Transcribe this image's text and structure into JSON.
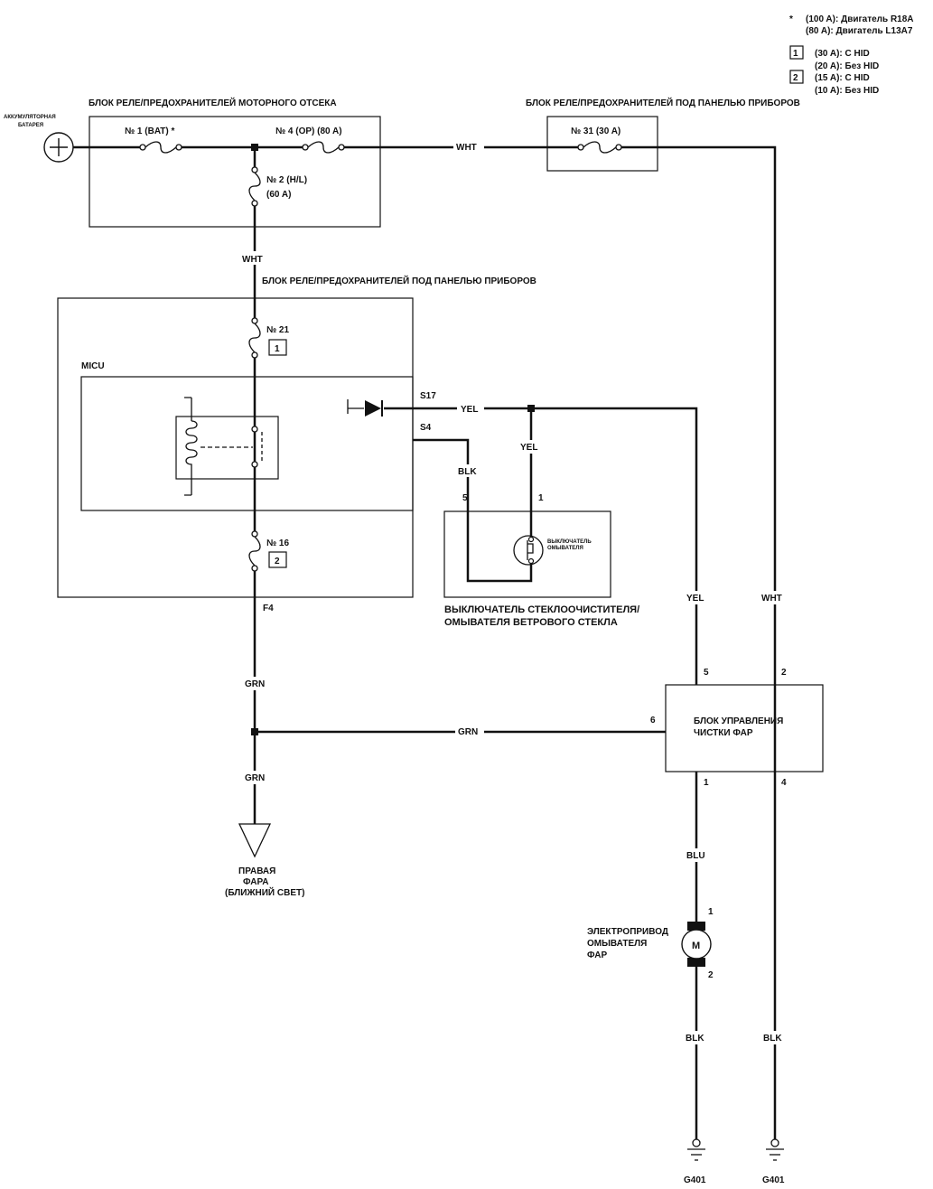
{
  "notes": {
    "star": "*",
    "star_line1": "(100 A): Двигатель R18A",
    "star_line2": "(80 A): Двигатель L13A7",
    "n1_tag": "1",
    "n1_line1": "(30 A): С HID",
    "n1_line2": "(20 A): Без HID",
    "n2_tag": "2",
    "n2_line1": "(15 A): С HID",
    "n2_line2": "(10 A): Без HID"
  },
  "engine_box": {
    "title": "БЛОК РЕЛЕ/ПРЕДОХРАНИТЕЛЕЙ МОТОРНОГО ОТСЕКА",
    "fuse1": "№ 1 (BAT) *",
    "fuse4": "№ 4 (OP) (80 A)",
    "fuse2_a": "№ 2 (H/L)",
    "fuse2_b": "(60 A)"
  },
  "battery": {
    "line1": "АККУМУЛЯТОРНАЯ",
    "line2": "БАТАРЕЯ"
  },
  "dash_box_top": {
    "title": "БЛОК РЕЛЕ/ПРЕДОХРАНИТЕЛЕЙ ПОД ПАНЕЛЬЮ ПРИБОРОВ",
    "fuse31": "№ 31 (30 A)"
  },
  "dash_box_main": {
    "title": "БЛОК РЕЛЕ/ПРЕДОХРАНИТЕЛЕЙ ПОД ПАНЕЛЬЮ ПРИБОРОВ",
    "fuse21": "№ 21",
    "fuse21_tag": "1",
    "fuse16": "№ 16",
    "fuse16_tag": "2",
    "micu": "MICU",
    "s17": "S17",
    "s4": "S4",
    "f4": "F4"
  },
  "wires": {
    "wht_top": "WHT",
    "wht_left": "WHT",
    "yel_s17": "YEL",
    "yel_drop": "YEL",
    "blk_s4": "BLK",
    "yel_right": "YEL",
    "wht_right": "WHT",
    "grn_1": "GRN",
    "grn_mid": "GRN",
    "grn_2": "GRN",
    "blu": "BLU",
    "blk_motor": "BLK",
    "blk_right": "BLK"
  },
  "washer_switch": {
    "pin5": "5",
    "pin1": "1",
    "inner_1": "ВЫКЛЮЧАТЕЛЬ",
    "inner_2": "ОМЫВАТЕЛЯ",
    "label1": "ВЫКЛЮЧАТЕЛЬ СТЕКЛООЧИСТИТЕЛЯ/",
    "label2": "ОМЫВАТЕЛЯ ВЕТРОВОГО СТЕКЛА"
  },
  "control_unit": {
    "line1": "БЛОК УПРАВЛЕНИЯ",
    "line2": "ЧИСТКИ ФАР",
    "pin5": "5",
    "pin2": "2",
    "pin6": "6",
    "pin1": "1",
    "pin4": "4"
  },
  "headlight": {
    "line1": "ПРАВАЯ",
    "line2": "ФАРА",
    "line3": "(БЛИЖНИЙ СВЕТ)"
  },
  "motor": {
    "symbol": "M",
    "pin1": "1",
    "pin2": "2",
    "line1": "ЭЛЕКТРОПРИВОД",
    "line2": "ОМЫВАТЕЛЯ",
    "line3": "ФАР"
  },
  "grounds": {
    "g_left": "G401",
    "g_right": "G401"
  }
}
